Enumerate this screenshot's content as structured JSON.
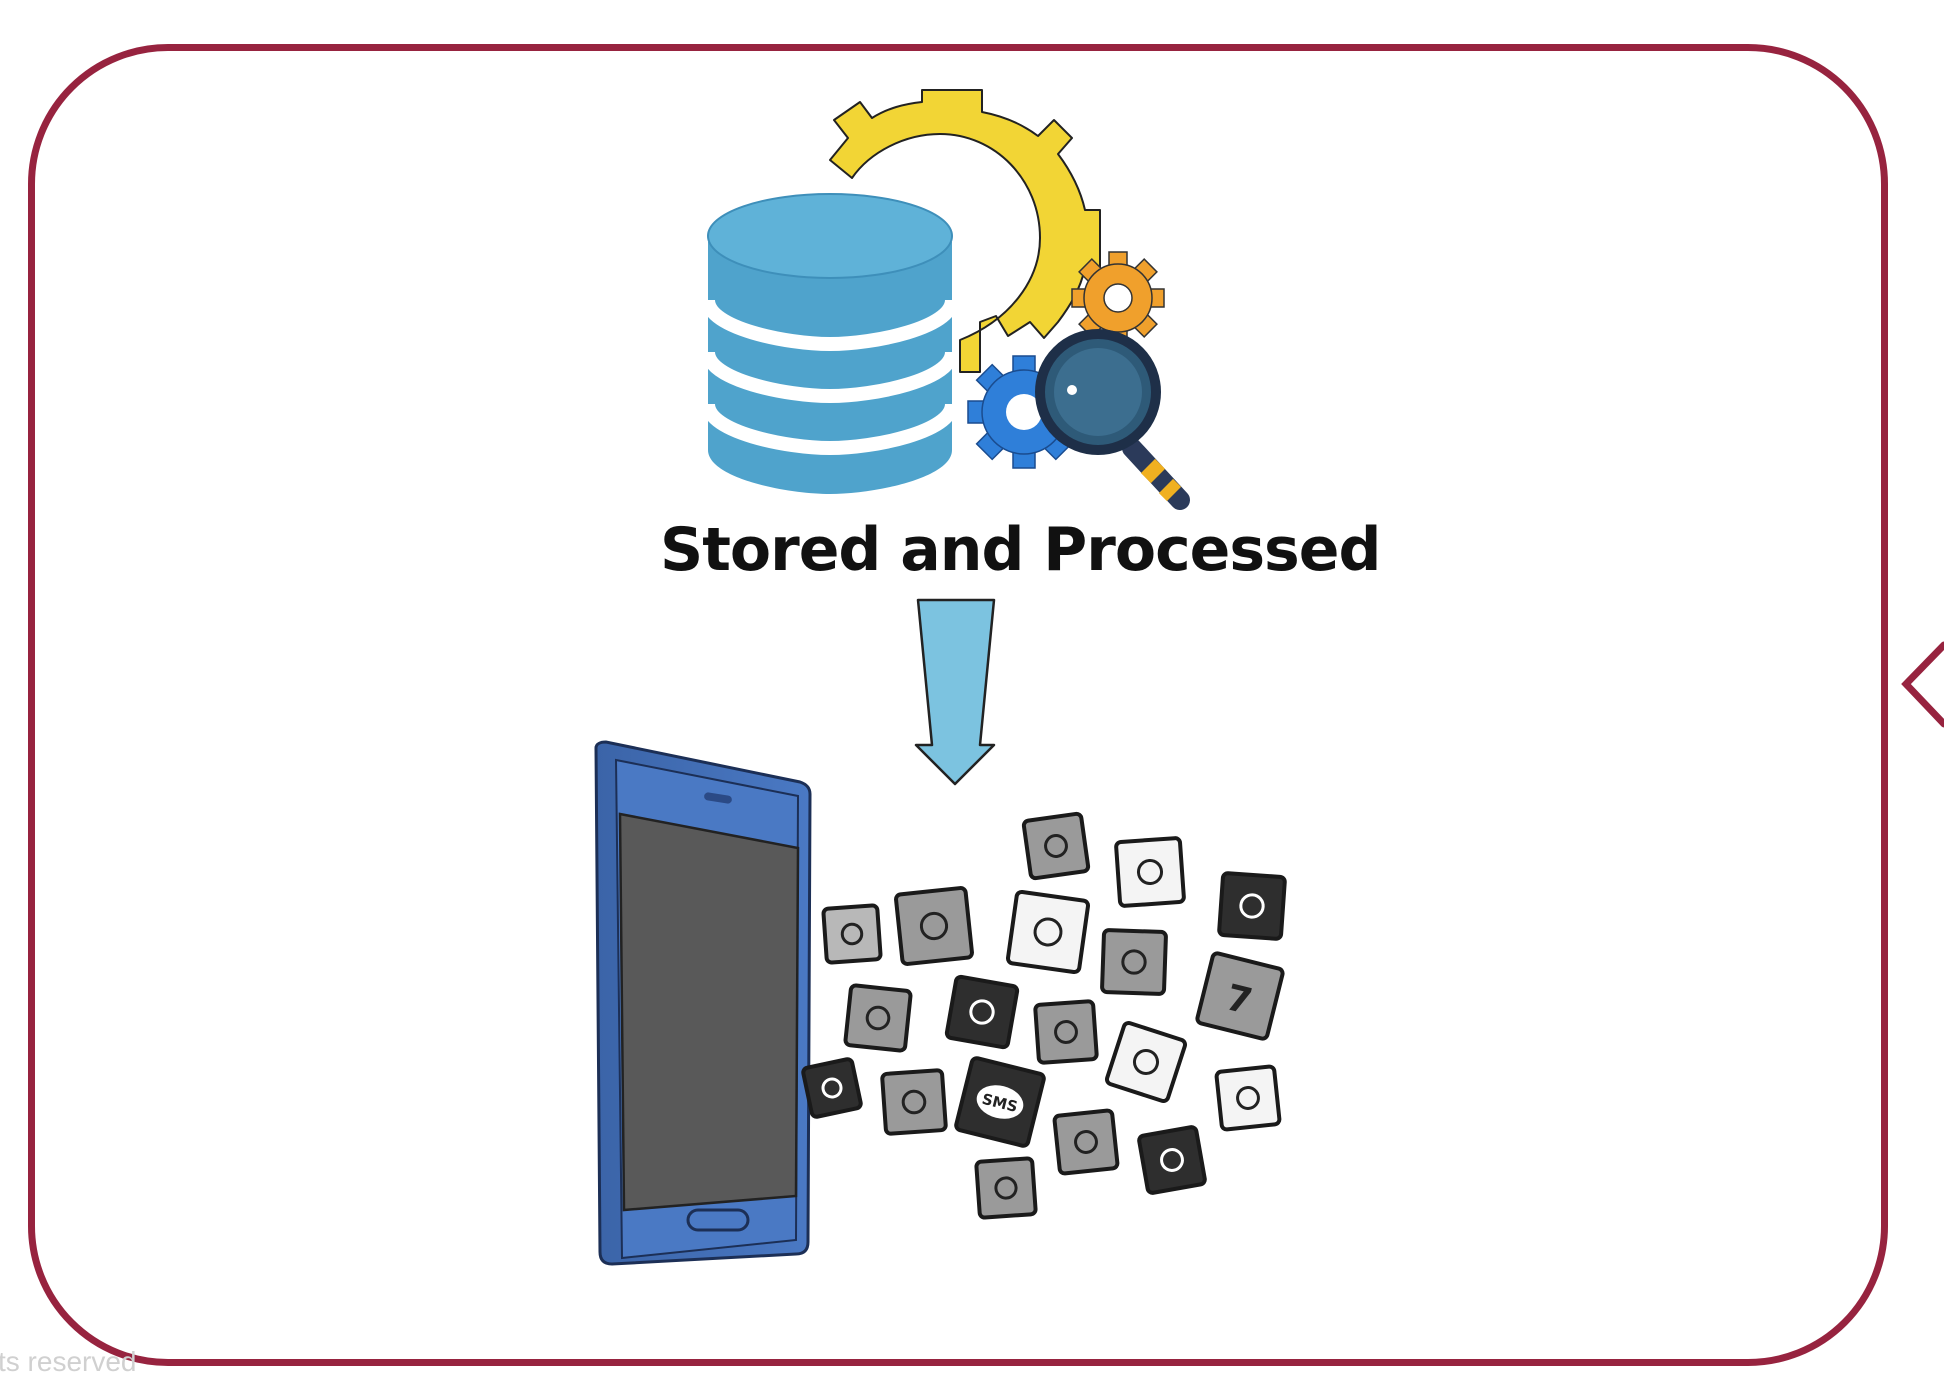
{
  "diagram": {
    "caption": "Stored and Processed",
    "footer_text": "ts reserved",
    "icons": {
      "database": "database-icon",
      "gears": "gears-icon",
      "magnifier": "magnifier-icon",
      "arrow": "arrow-down-icon",
      "phone": "smartphone-icon",
      "app_icons": [
        "pencil-app-icon",
        "globe-app-icon",
        "chat-app-icon",
        "play-app-icon",
        "mail-app-icon",
        "search-app-icon",
        "activity-app-icon",
        "calendar-app-icon",
        "contact-app-icon",
        "music-app-icon",
        "gamepad-app-icon",
        "phone-app-icon",
        "settings-app-icon",
        "home-app-icon",
        "camera-app-icon",
        "sms-app-icon",
        "rss-app-icon",
        "location-app-icon",
        "brightness-app-icon"
      ],
      "calendar_day": "7",
      "sms_label": "SMS"
    },
    "colors": {
      "frame": "#97233f",
      "database": "#4fa3cc",
      "gear_large": "#f2d535",
      "gear_orange": "#f0a02c",
      "gear_blue": "#2f7fd9",
      "arrow": "#7cc3e0",
      "phone_body": "#4a79c4",
      "phone_screen": "#595959"
    }
  }
}
